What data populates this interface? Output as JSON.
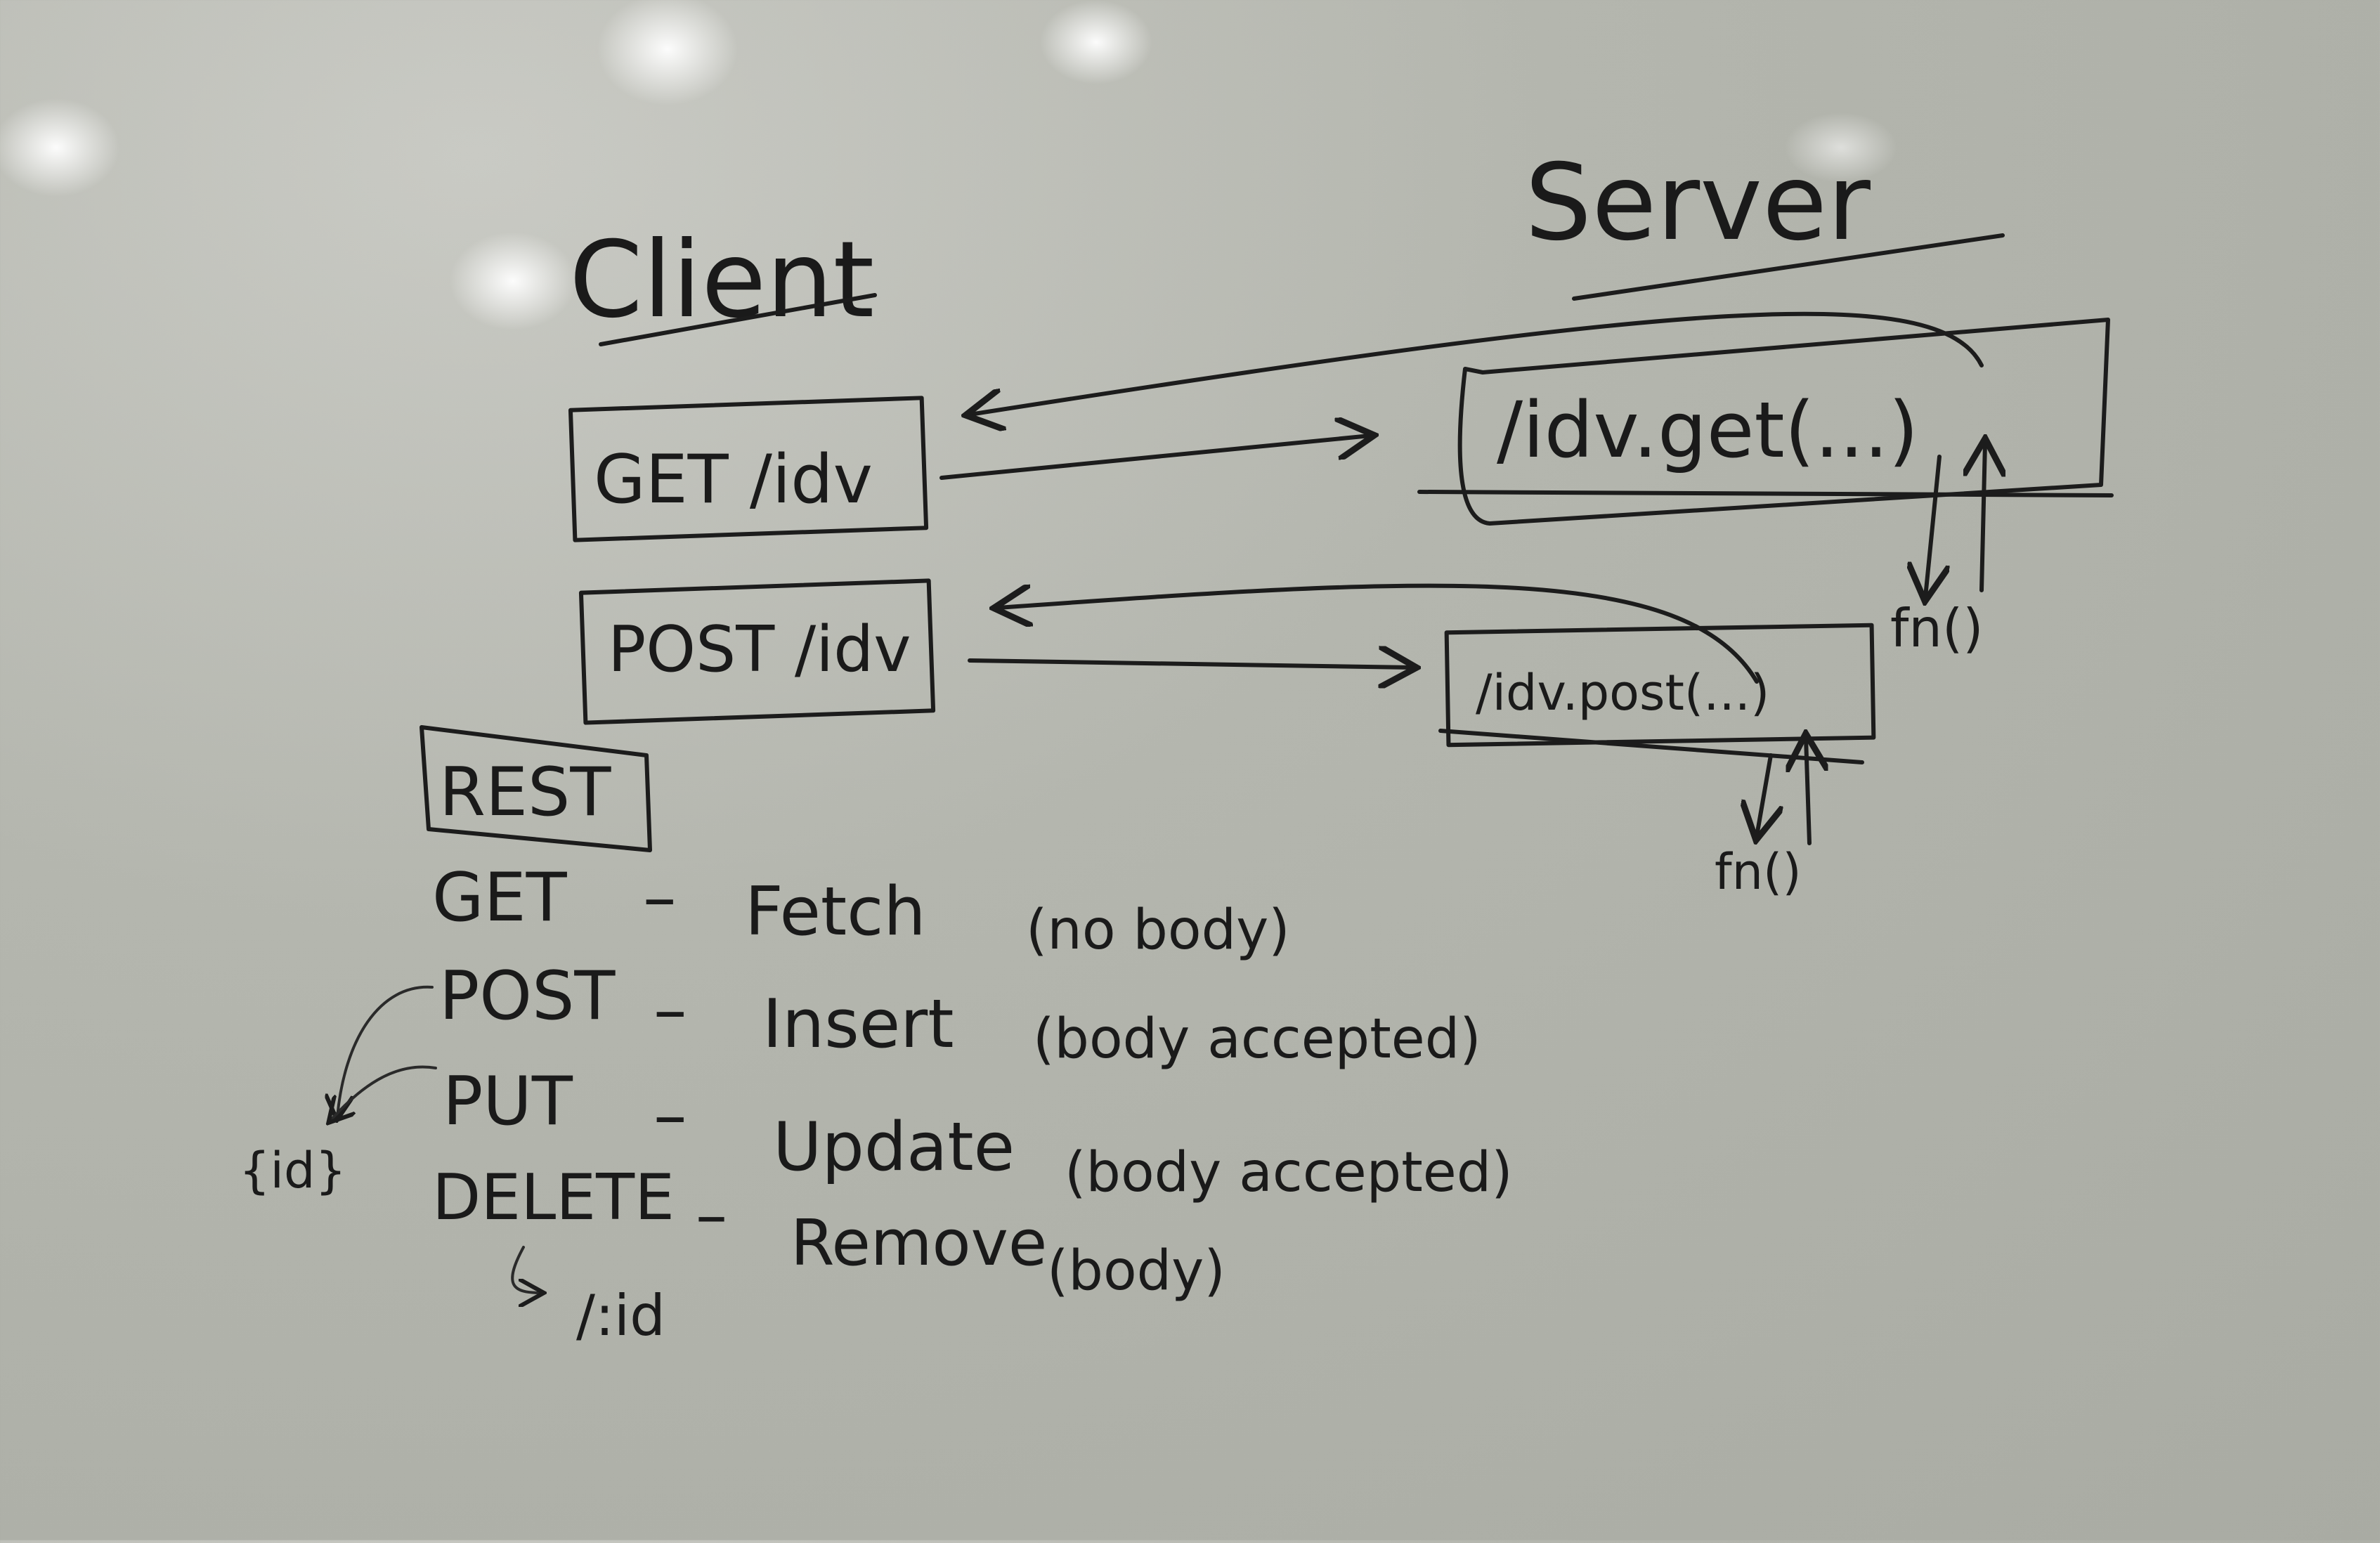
{
  "title_client": "Client",
  "title_server": "Server",
  "client_requests": [
    "GET /idv",
    "POST /idv"
  ],
  "server_handlers": [
    "/idv.get(...)",
    "/idv.post(...)"
  ],
  "fn_labels": [
    "fn()",
    "fn()"
  ],
  "rest": {
    "heading": "REST",
    "methods": [
      {
        "verb": "GET",
        "action": "Fetch",
        "note": "(no body)"
      },
      {
        "verb": "POST",
        "action": "Insert",
        "note": "(body accepted)"
      },
      {
        "verb": "PUT",
        "action": "Update",
        "note": "(body accepted)"
      },
      {
        "verb": "DELETE",
        "action": "Remove",
        "note": "(body)"
      }
    ],
    "id_brace": "{id}",
    "delete_path": "/:id"
  }
}
